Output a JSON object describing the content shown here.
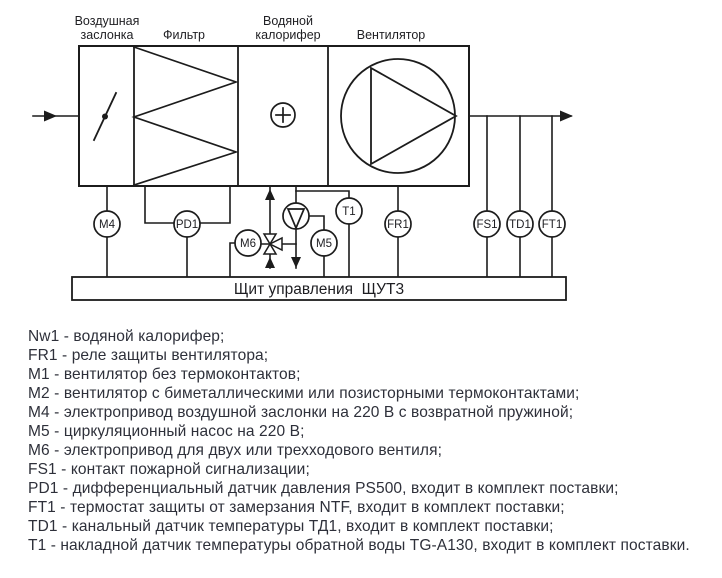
{
  "diagram": {
    "section_labels": {
      "damper_line1": "Воздушная",
      "damper_line2": "заслонка",
      "filter": "Фильтр",
      "heater_line1": "Водяной",
      "heater_line2": "калорифер",
      "fan": "Вентилятор"
    },
    "device_tags": {
      "m4": "M4",
      "pd1": "PD1",
      "m6": "M6",
      "m5": "M5",
      "t1": "T1",
      "fr1": "FR1",
      "fs1": "FS1",
      "td1": "TD1",
      "ft1": "FT1"
    },
    "panel_label": "Щит управления  ЩУТ3",
    "colors": {
      "line": "#1c1c1c",
      "label_text": "#1e1e22",
      "legend_text": "#2e303a",
      "background": "#ffffff"
    }
  },
  "legend": {
    "items": [
      {
        "code": "Nw1",
        "text": "Nw1 - водяной калорифер;"
      },
      {
        "code": "FR1",
        "text": "FR1 - реле защиты вентилятора;"
      },
      {
        "code": "M1",
        "text": "M1 - вентилятор без термоконтактов;"
      },
      {
        "code": "M2",
        "text": "M2 - вентилятор с биметаллическими или позисторными термоконтактами;"
      },
      {
        "code": "M4",
        "text": "M4 - электропривод воздушной заслонки на 220 В с возвратной пружиной;"
      },
      {
        "code": "M5",
        "text": "M5 - циркуляционный насос на 220 В;"
      },
      {
        "code": "M6",
        "text": "M6 - электропривод для двух или трехходового вентиля;"
      },
      {
        "code": "FS1",
        "text": "FS1 - контакт пожарной сигнализации;"
      },
      {
        "code": "PD1",
        "text": "PD1 - дифференциальный датчик давления PS500, входит в комплект поставки;"
      },
      {
        "code": "FT1",
        "text": "FT1 - термостат защиты от замерзания NTF, входит в комплект поставки;"
      },
      {
        "code": "TD1",
        "text": "TD1 - канальный датчик температуры ТД1, входит в комплект поставки;"
      },
      {
        "code": "T1",
        "text": "T1 - накладной датчик температуры обратной воды TG-A130, входит в комплект поставки."
      }
    ]
  }
}
